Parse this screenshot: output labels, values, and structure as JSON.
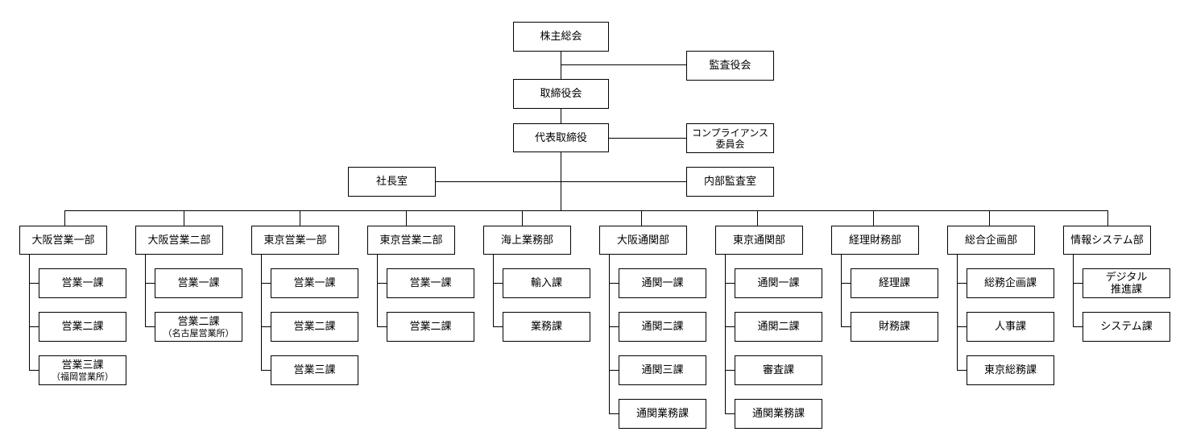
{
  "top": {
    "shareholders": "株主総会",
    "auditors": "監査役会",
    "board": "取締役会",
    "president": "代表取締役",
    "compliance": [
      "コンプライアンス",
      "委員会"
    ],
    "presidents_office": "社長室",
    "internal_audit": "内部監査室"
  },
  "departments": [
    {
      "name": "大阪営業一部",
      "sections": [
        {
          "label": "営業一課"
        },
        {
          "label": "営業二課"
        },
        {
          "label": "営業三課",
          "sub": "（福岡営業所）"
        }
      ]
    },
    {
      "name": "大阪営業二部",
      "sections": [
        {
          "label": "営業一課"
        },
        {
          "label": "営業二課",
          "sub": "（名古屋営業所）"
        }
      ]
    },
    {
      "name": "東京営業一部",
      "sections": [
        {
          "label": "営業一課"
        },
        {
          "label": "営業二課"
        },
        {
          "label": "営業三課"
        }
      ]
    },
    {
      "name": "東京営業二部",
      "sections": [
        {
          "label": "営業一課"
        },
        {
          "label": "営業二課"
        }
      ]
    },
    {
      "name": "海上業務部",
      "sections": [
        {
          "label": "輸入課"
        },
        {
          "label": "業務課"
        }
      ]
    },
    {
      "name": "大阪通関部",
      "sections": [
        {
          "label": "通関一課"
        },
        {
          "label": "通関二課"
        },
        {
          "label": "通関三課"
        },
        {
          "label": "通関業務課"
        }
      ]
    },
    {
      "name": "東京通関部",
      "sections": [
        {
          "label": "通関一課"
        },
        {
          "label": "通関二課"
        },
        {
          "label": "審査課"
        },
        {
          "label": "通関業務課"
        }
      ]
    },
    {
      "name": "経理財務部",
      "sections": [
        {
          "label": "経理課"
        },
        {
          "label": "財務課"
        }
      ]
    },
    {
      "name": "総合企画部",
      "sections": [
        {
          "label": "総務企画課"
        },
        {
          "label": "人事課"
        },
        {
          "label": "東京総務課"
        }
      ]
    },
    {
      "name": "情報システム部",
      "sections": [
        {
          "label": "デジタル",
          "label2": "推進課"
        },
        {
          "label": "システム課"
        }
      ]
    }
  ]
}
